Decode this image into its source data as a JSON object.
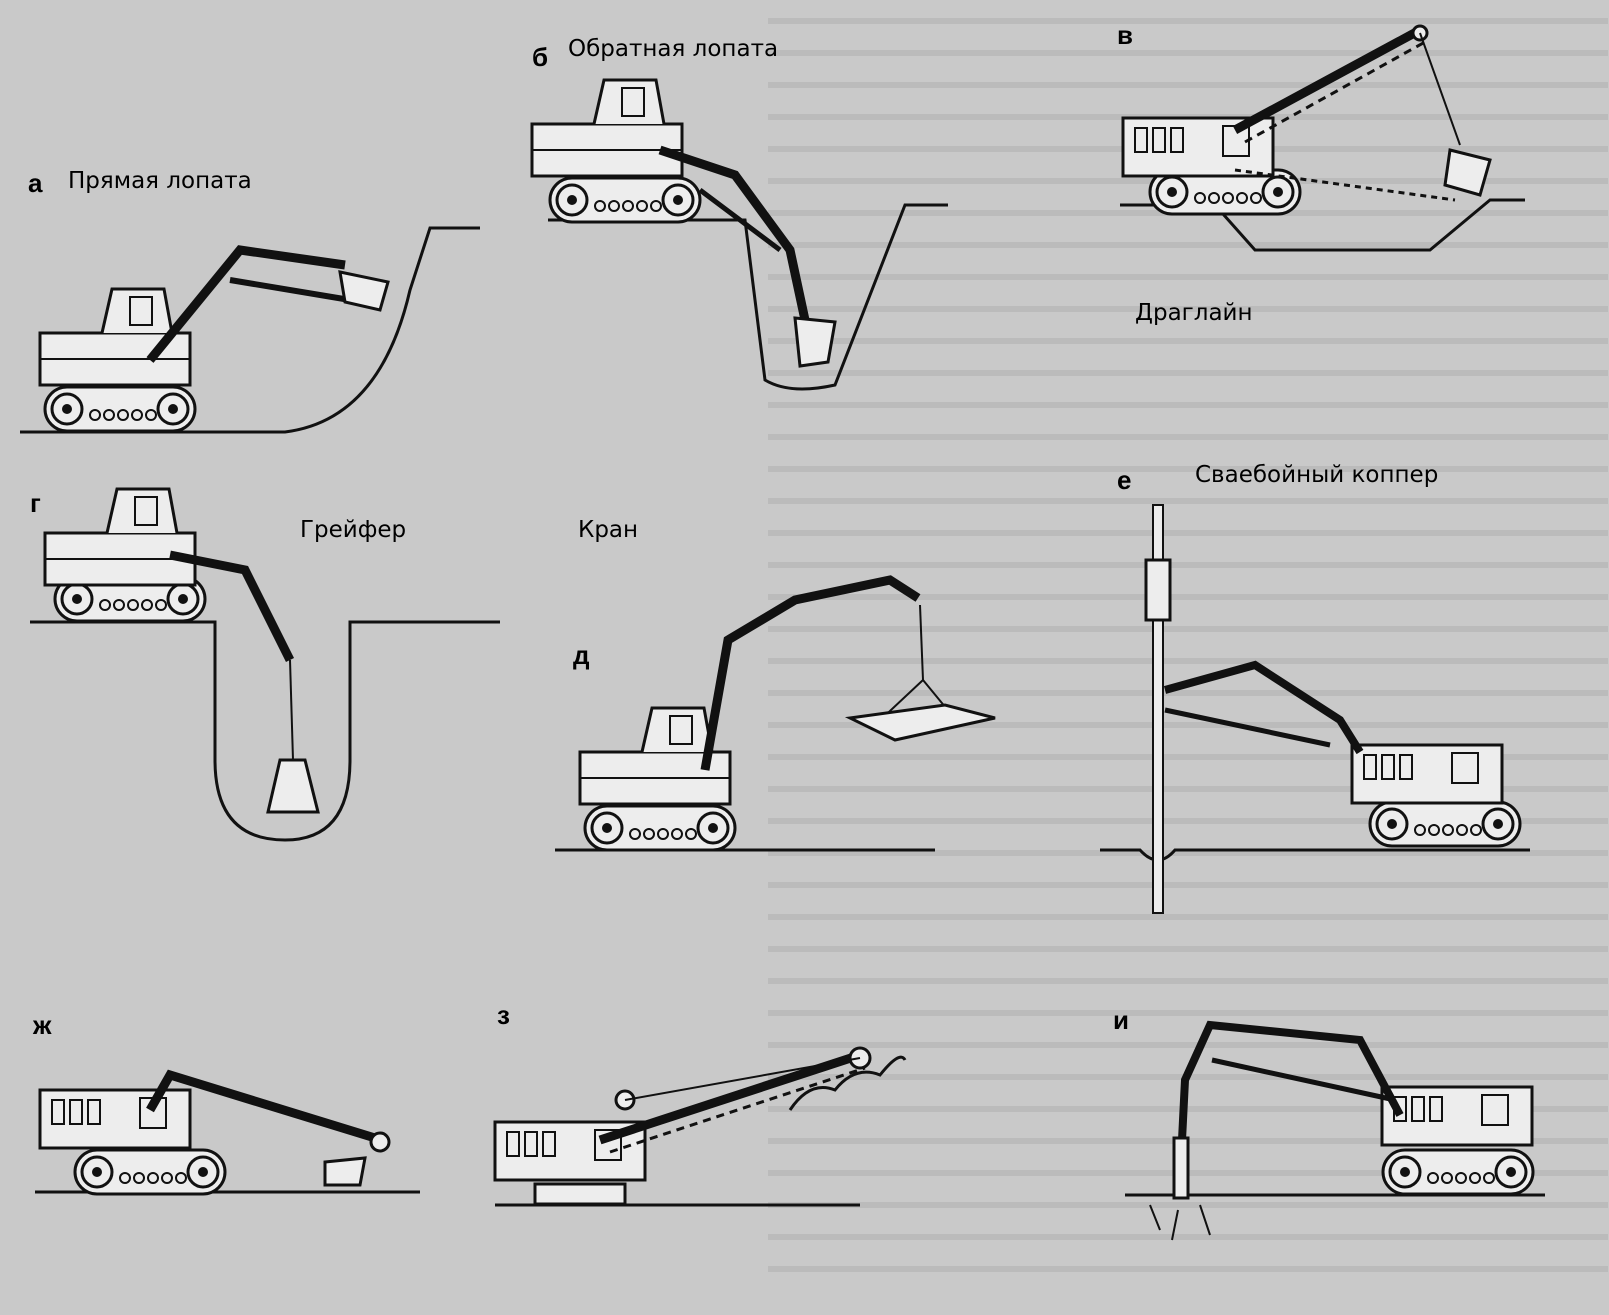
{
  "panels": [
    {
      "letter": "а",
      "caption": "Прямая лопата"
    },
    {
      "letter": "б",
      "caption": "Обратная лопата"
    },
    {
      "letter": "в",
      "caption": "Драглайн"
    },
    {
      "letter": "г",
      "caption": "Грейфер"
    },
    {
      "letter": "д",
      "caption": "Кран"
    },
    {
      "letter": "е",
      "caption": "Сваебойный коппер"
    },
    {
      "letter": "ж",
      "caption": ""
    },
    {
      "letter": "з",
      "caption": ""
    },
    {
      "letter": "и",
      "caption": ""
    }
  ],
  "colors": {
    "ink": "#111111",
    "paper": "#c9c9c9",
    "machine": "#ededed",
    "background_text": "#b3b3b3"
  }
}
